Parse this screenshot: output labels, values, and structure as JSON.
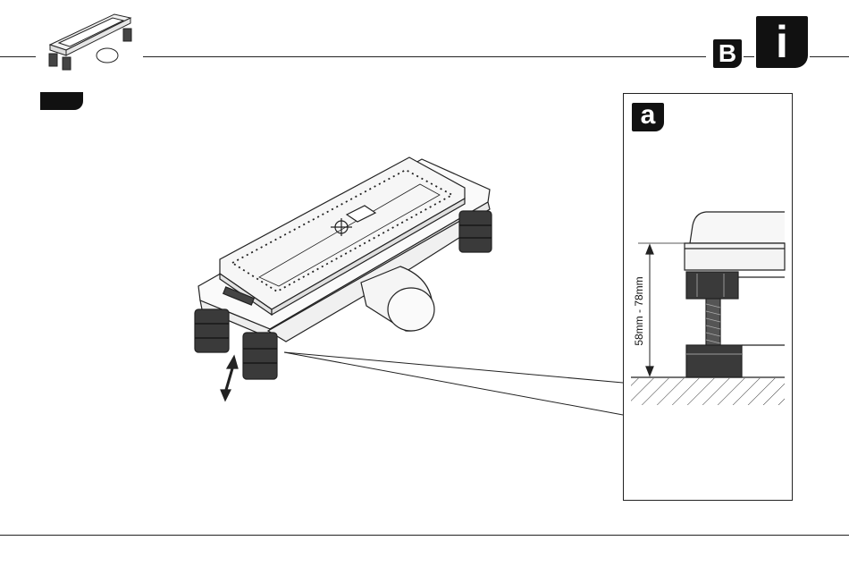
{
  "header": {
    "section_badge": "B",
    "info_badge": "i",
    "info_icon": "info-icon"
  },
  "detail": {
    "badge": "a",
    "dimension": "58mm - 78mm"
  },
  "colors": {
    "ink": "#111111",
    "line": "#222222",
    "light_fill": "#f2f2f2",
    "dark_part": "#3a3a3a"
  }
}
